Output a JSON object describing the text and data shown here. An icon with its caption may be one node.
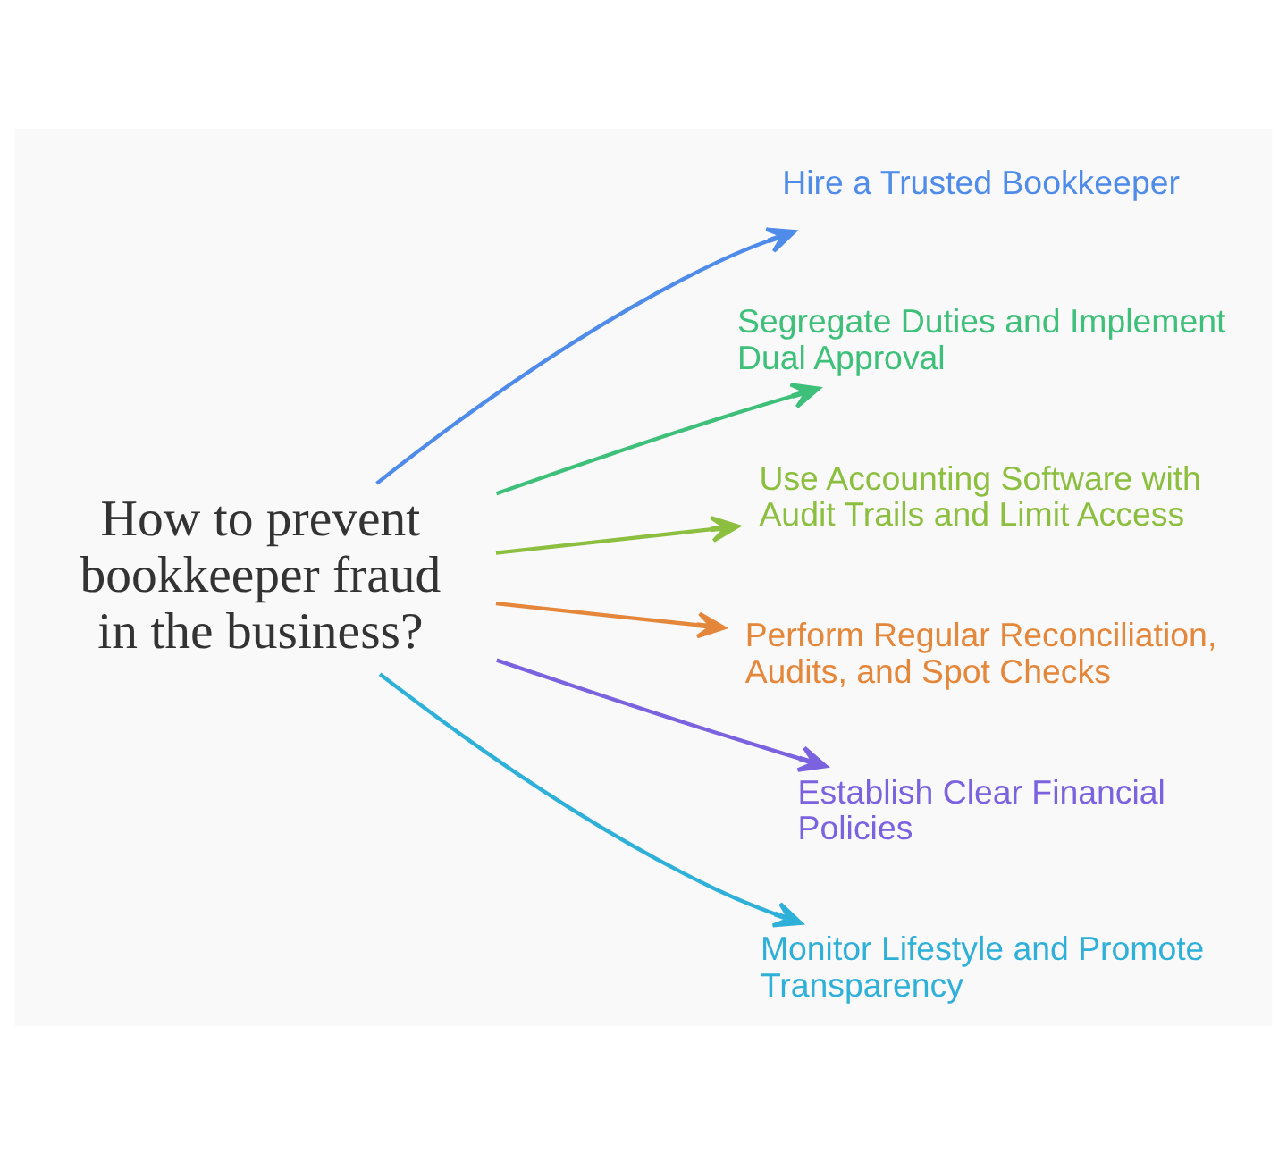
{
  "diagram": {
    "nodes": [
      {
        "text": [
          "How to prevent bookkeeper fraud in the business?"
        ]
      },
      {
        "text": [
          "Hire a Trusted Bookkeeper"
        ]
      },
      {
        "text": [
          "Segregate Duties and Implement Dual Approval"
        ]
      },
      {
        "text": [
          "Use Accounting Software with Audit Trails and Limit Access"
        ]
      },
      {
        "text": [
          "Perform Regular Reconciliation, Audits, and Spot Checks"
        ]
      },
      {
        "text": [
          "Establish Clear Financial Policies"
        ]
      },
      {
        "text": [
          "Monitor Lifestyle and Promote Transparency"
        ]
      }
    ],
    "edges": [
      {
        "from": 0,
        "to": 1,
        "arrow": "to",
        "color": "#4f8be8"
      },
      {
        "from": 0,
        "to": 2,
        "arrow": "to",
        "color": "#3fc07a"
      },
      {
        "from": 0,
        "to": 3,
        "arrow": "to",
        "color": "#8cbf3f"
      },
      {
        "from": 0,
        "to": 4,
        "arrow": "to",
        "color": "#e4873b"
      },
      {
        "from": 0,
        "to": 5,
        "arrow": "to",
        "color": "#7b63e0"
      },
      {
        "from": 0,
        "to": 6,
        "arrow": "to",
        "color": "#2fb0d8"
      }
    ]
  }
}
